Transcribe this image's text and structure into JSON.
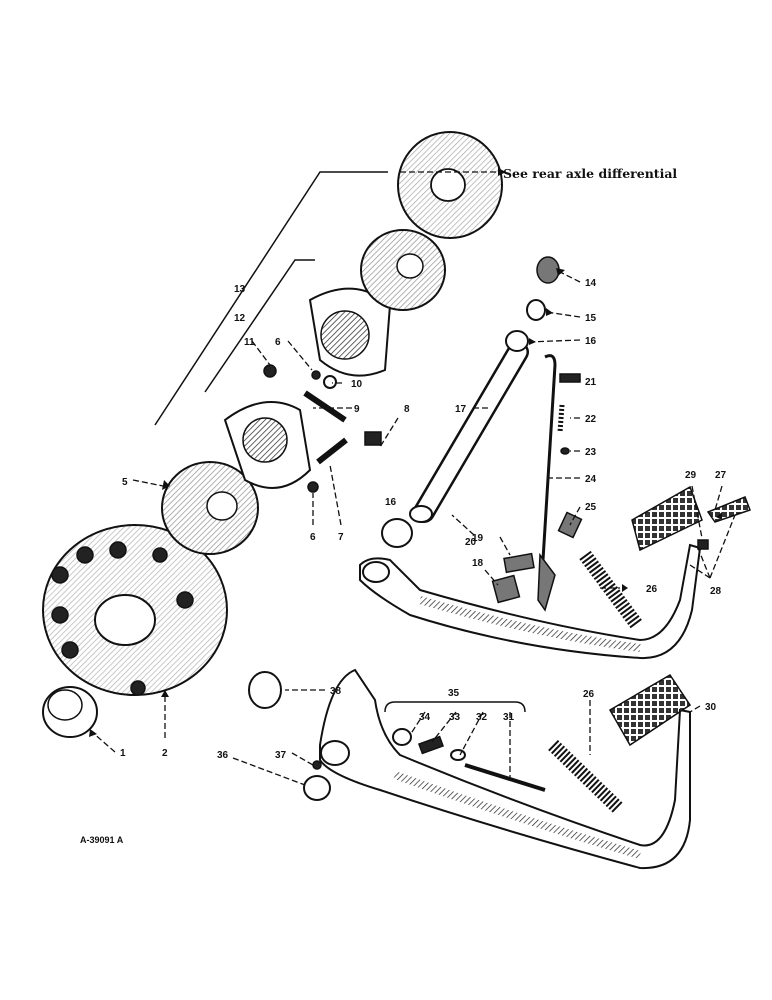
{
  "note": "See rear axle differential",
  "drawing_code": "A-39091 A",
  "callouts": {
    "c1": "1",
    "c2": "2",
    "c5": "5",
    "c6a": "6",
    "c6b": "6",
    "c7": "7",
    "c8": "8",
    "c9": "9",
    "c10": "10",
    "c11": "11",
    "c12": "12",
    "c13": "13",
    "c14": "14",
    "c15": "15",
    "c16a": "16",
    "c16b": "16",
    "c17": "17",
    "c18": "18",
    "c19": "19",
    "c20": "20",
    "c21": "21",
    "c22": "22",
    "c23": "23",
    "c24": "24",
    "c25": "25",
    "c26a": "26",
    "c26b": "26",
    "c27": "27",
    "c28": "28",
    "c29": "29",
    "c30": "30",
    "c31": "31",
    "c32": "32",
    "c33": "33",
    "c34": "34",
    "c35": "35",
    "c36": "36",
    "c37": "37",
    "c38": "38"
  }
}
